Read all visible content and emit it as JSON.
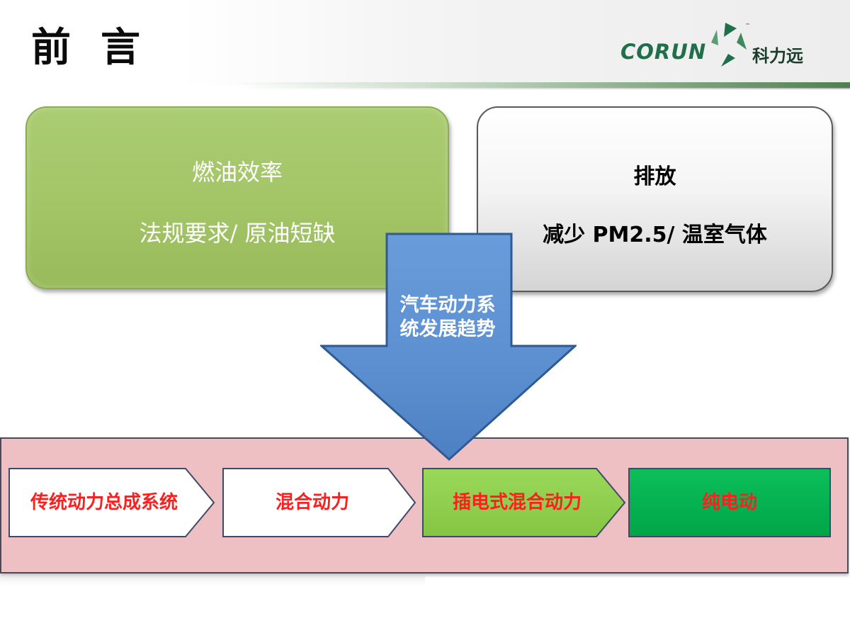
{
  "slide": {
    "title": "前言"
  },
  "logo": {
    "wordmark": "CORUN",
    "chinese": "科力远",
    "trademark": "™",
    "colors": {
      "text": "#1f6f4a",
      "mark": "#1f6f4a"
    }
  },
  "left_box": {
    "line1": "燃油效率",
    "line2": "法规要求/ 原油短缺",
    "color": "#a3c566"
  },
  "right_box": {
    "line1": "排放",
    "line2": "减少 PM2.5/ 温室气体",
    "color": "#f4f4f4"
  },
  "center_arrow": {
    "label_line1": "汽车动力系",
    "label_line2": "统发展趋势",
    "color": "#5b8fd0"
  },
  "band": {
    "color": "#eebfc3"
  },
  "steps": [
    {
      "label": "传统动力总成系统",
      "fill": "#ffffff"
    },
    {
      "label": "混合动力",
      "fill": "#ffffff"
    },
    {
      "label": "插电式混合动力",
      "fill": "#92d050"
    },
    {
      "label": "纯电动",
      "fill": "#00b050"
    }
  ]
}
